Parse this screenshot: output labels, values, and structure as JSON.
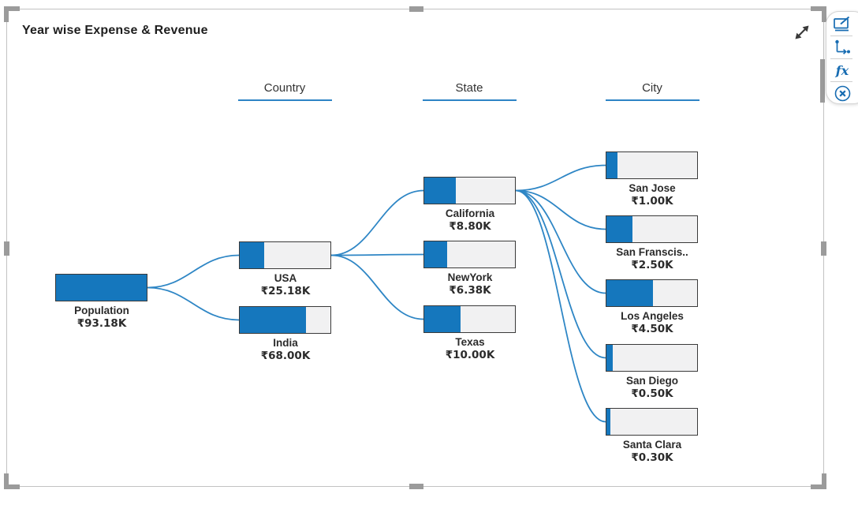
{
  "chart_data": {
    "type": "tree",
    "subtype": "decomposition-tree",
    "title": "Year wise Expense & Revenue",
    "currency": "₹",
    "unit": "K",
    "levels": [
      "Country",
      "State",
      "City"
    ],
    "nodes": [
      {
        "id": "population",
        "label": "Population",
        "value_display": "₹93.18K",
        "value_k": 93.18,
        "parent": null,
        "level": 0,
        "fill_pct": 100
      },
      {
        "id": "usa",
        "label": "USA",
        "value_display": "₹25.18K",
        "value_k": 25.18,
        "parent": "population",
        "level": 1,
        "fill_pct": 27
      },
      {
        "id": "india",
        "label": "India",
        "value_display": "₹68.00K",
        "value_k": 68.0,
        "parent": "population",
        "level": 1,
        "fill_pct": 73
      },
      {
        "id": "california",
        "label": "California",
        "value_display": "₹8.80K",
        "value_k": 8.8,
        "parent": "usa",
        "level": 2,
        "fill_pct": 35
      },
      {
        "id": "newyork",
        "label": "NewYork",
        "value_display": "₹6.38K",
        "value_k": 6.38,
        "parent": "usa",
        "level": 2,
        "fill_pct": 25
      },
      {
        "id": "texas",
        "label": "Texas",
        "value_display": "₹10.00K",
        "value_k": 10.0,
        "parent": "usa",
        "level": 2,
        "fill_pct": 40
      },
      {
        "id": "san-jose",
        "label": "San Jose",
        "value_display": "₹1.00K",
        "value_k": 1.0,
        "parent": "california",
        "level": 3,
        "fill_pct": 12
      },
      {
        "id": "san-francisco",
        "label": "San Franscis..",
        "value_display": "₹2.50K",
        "value_k": 2.5,
        "parent": "california",
        "level": 3,
        "fill_pct": 29
      },
      {
        "id": "los-angeles",
        "label": "Los Angeles",
        "value_display": "₹4.50K",
        "value_k": 4.5,
        "parent": "california",
        "level": 3,
        "fill_pct": 51
      },
      {
        "id": "san-diego",
        "label": "San Diego",
        "value_display": "₹0.50K",
        "value_k": 0.5,
        "parent": "california",
        "level": 3,
        "fill_pct": 7
      },
      {
        "id": "santa-clara",
        "label": "Santa Clara",
        "value_display": "₹0.30K",
        "value_k": 0.3,
        "parent": "california",
        "level": 3,
        "fill_pct": 4
      }
    ],
    "colors": {
      "bar_fill": "#1577bd",
      "bar_bg": "#f1f1f2",
      "bar_border": "#3a3a3a",
      "link": "#2e86c5",
      "header_underline": "#2d84c5",
      "toolbar_icon": "#176cb2"
    },
    "legend": "none",
    "grid": "off"
  },
  "toolbar": {
    "fx_label": "fx",
    "buttons": [
      {
        "icon": "edit-chart-icon"
      },
      {
        "icon": "axis-settings-icon"
      },
      {
        "icon": "formula-icon"
      },
      {
        "icon": "close-icon"
      }
    ]
  }
}
